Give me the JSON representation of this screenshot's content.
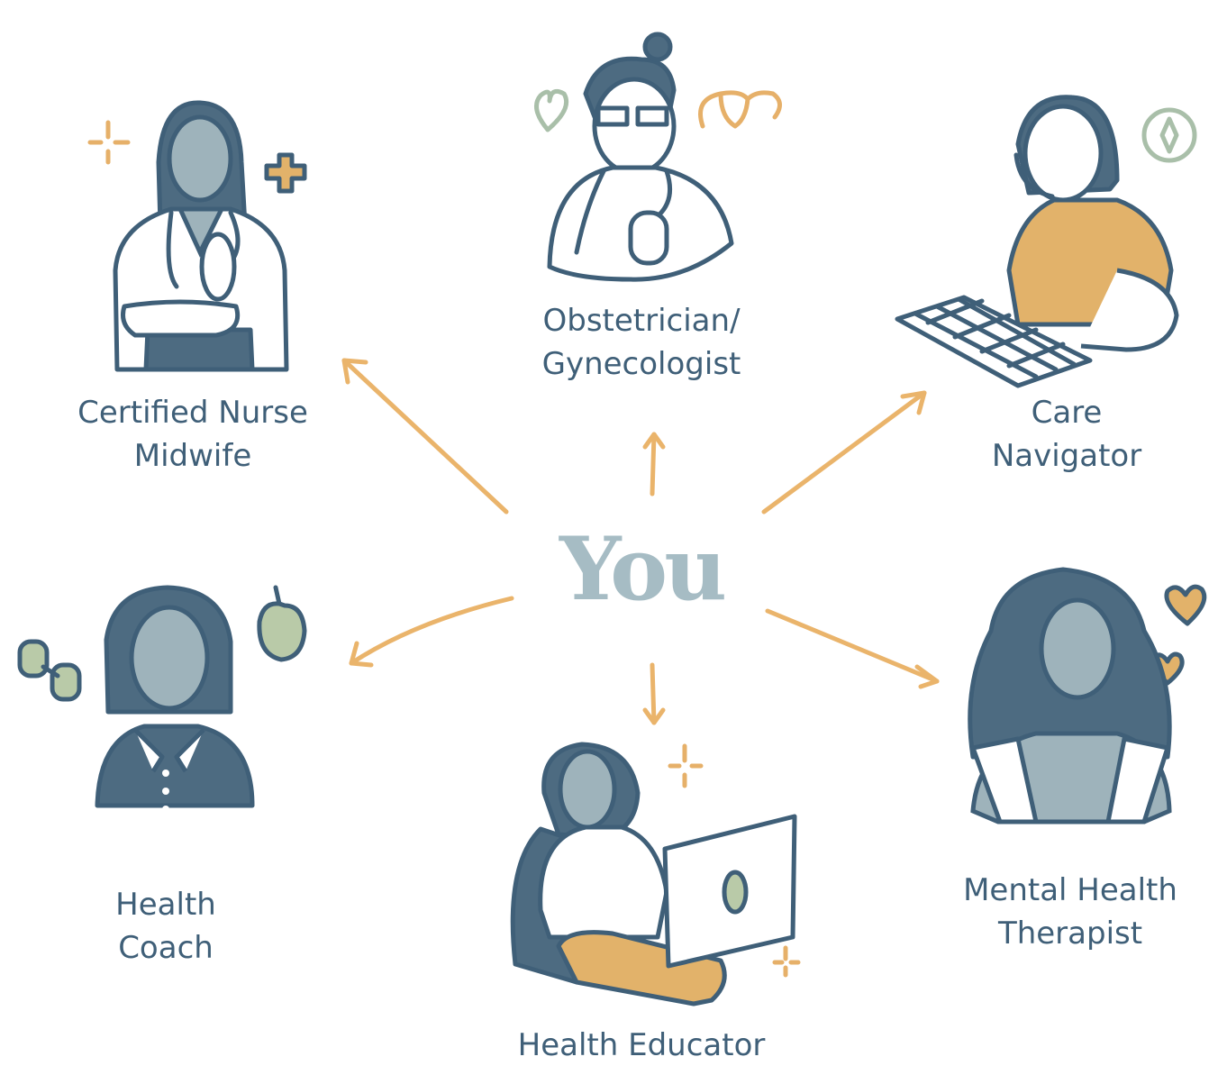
{
  "center": {
    "label": "You"
  },
  "roles": [
    {
      "id": "midwife",
      "lines": [
        "Certified Nurse",
        "Midwife"
      ]
    },
    {
      "id": "obgyn",
      "lines": [
        "Obstetrician/",
        "Gynecologist"
      ]
    },
    {
      "id": "navigator",
      "lines": [
        "Care",
        "Navigator"
      ]
    },
    {
      "id": "coach",
      "lines": [
        "Health",
        "Coach"
      ]
    },
    {
      "id": "educator",
      "lines": [
        "Health Educator"
      ]
    },
    {
      "id": "therapist",
      "lines": [
        "Mental Health",
        "Therapist"
      ]
    }
  ],
  "colors": {
    "ink": "#3f5f78",
    "accent": "#e6b069",
    "center_text": "#a6bcc4",
    "sage": "#a9bfa9"
  }
}
